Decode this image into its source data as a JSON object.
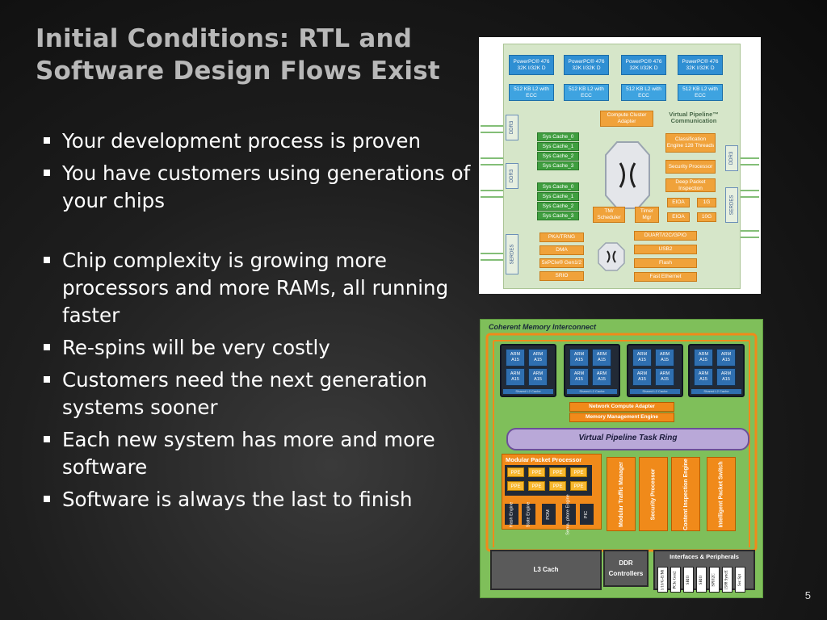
{
  "slide": {
    "title": "Initial Conditions: RTL and Software Design Flows Exist",
    "bullets": [
      "Your development process is proven",
      "You have customers using generations of your chips",
      "Chip complexity is growing more processors and more RAMs, all running faster",
      "Re-spins will be very costly",
      "Customers need the next generation systems sooner",
      "Each new system has more and more software",
      "Software is always the last to finish"
    ],
    "page_number": "5"
  },
  "diagram1": {
    "cores": [
      "PowerPC® 476 32K I/32K D",
      "PowerPC® 476 32K I/32K D",
      "PowerPC® 476 32K I/32K D",
      "PowerPC® 476 32K I/32K D"
    ],
    "l2": [
      "512 KB L2 with ECC",
      "512 KB L2 with ECC",
      "512 KB L2 with ECC",
      "512 KB L2 with ECC"
    ],
    "compute_cluster": "Compute Cluster Adapter",
    "vp_comm": "Virtual Pipeline™ Communication",
    "ddr_left_top": "DDR3",
    "ddr_left_bottom": "DDR3",
    "ddr_right": "DDR3",
    "serdes_right": "SERDES",
    "serdes_left": "SERDES",
    "syscache_top": [
      "Sys Cache_0",
      "Sys Cache_1",
      "Sys Cache_2",
      "Sys Cache_3"
    ],
    "syscache_bottom": [
      "Sys Cache_0",
      "Sys Cache_1",
      "Sys Cache_2",
      "Sys Cache_3"
    ],
    "classification": "Classification Engine 128 Threads",
    "security": "Security Processor",
    "dpi": "Deep Packet Inspection",
    "eioa1": "EIOA",
    "g1": "1G",
    "eioa2": "EIOA",
    "g10": "10G",
    "tm": "TM/ Scheduler",
    "timer": "Timer Mgr",
    "left_io": [
      "PKA/TRNG",
      "DMA",
      "5xPCIe® Gen1/2",
      "SRIO"
    ],
    "right_io": [
      "DUART/I2C/GPIO",
      "USB2",
      "Flash",
      "Fast Ethernet"
    ]
  },
  "diagram2": {
    "title": "Coherent Memory Interconnect",
    "cpu_label": "ARM A15",
    "l2_label": "Shared L2 Cache",
    "clusters": 4,
    "nca": "Network Compute Adapter",
    "mme": "Memory Management Engine",
    "ring": "Virtual Pipeline Task Ring",
    "mpp_title": "Modular Packet Processor",
    "ppe": "PPE",
    "mpp_subs": [
      "Hash Engine",
      "State Engine",
      "POM",
      "Sema- phore Engine",
      "PIC"
    ],
    "columns": [
      "Modular Traffic Manager",
      "Security Processor",
      "Content Inspection Engine",
      "Intelligent Packet Switch"
    ],
    "l3": "L3 Cach",
    "ddr": "DDR Controllers",
    "ifp": "Interfaces & Peripherals",
    "io": [
      "1/10/G-E/Mi",
      "PCIe Gen2",
      "SRIO",
      "SRIO",
      "SPI/I2C",
      "1588 SyncE",
      "Sec Spt"
    ]
  },
  "colors": {
    "title": "#b8b8b8",
    "bullet_text": "#ffffff",
    "diagram2_bg": "#7fbf5a",
    "orange": "#f08a1a",
    "ring": "#b9a8d8"
  }
}
